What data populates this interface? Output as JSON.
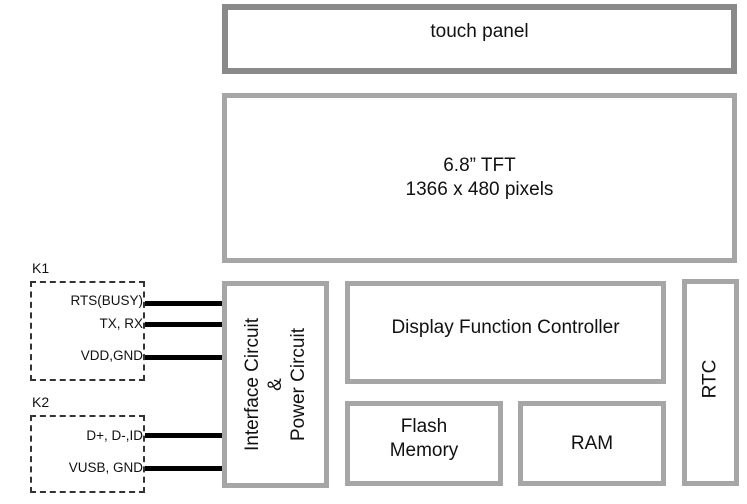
{
  "blocks": {
    "touch_panel": "touch panel",
    "tft_line1": "6.8” TFT",
    "tft_line2": "1366 x 480 pixels",
    "interface_line1": "Interface Circuit",
    "interface_line2": "&",
    "interface_line3": "Power Circuit",
    "display_controller": "Display Function Controller",
    "flash_line1": "Flash",
    "flash_line2": "Memory",
    "ram": "RAM",
    "rtc": "RTC"
  },
  "connectors": {
    "k1": {
      "label": "K1",
      "pins": [
        "RTS(BUSY)",
        "TX, RX",
        "VDD,GND"
      ]
    },
    "k2": {
      "label": "K2",
      "pins": [
        "D+, D-,ID",
        "VUSB, GND"
      ]
    }
  }
}
